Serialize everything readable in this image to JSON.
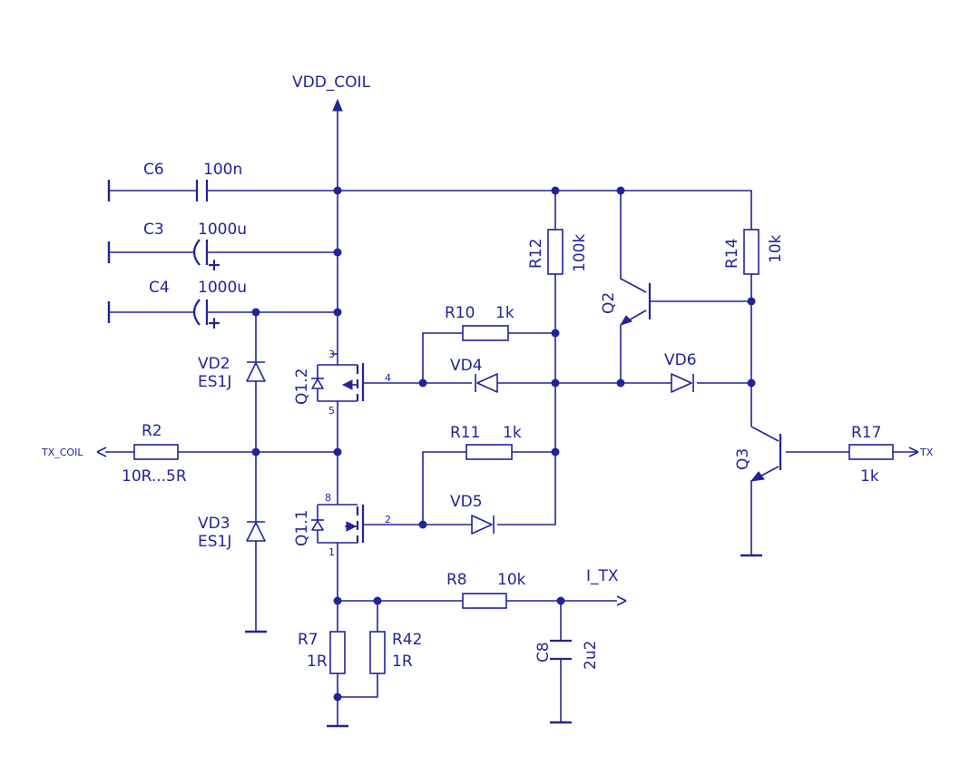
{
  "nets": {
    "supply": "VDD_COIL",
    "coil_out": "TX_COIL",
    "sense_out": "I_TX",
    "tx_in": "TX"
  },
  "components": {
    "C6": {
      "ref": "C6",
      "value": "100n"
    },
    "C3": {
      "ref": "C3",
      "value": "1000u",
      "polarity": "+"
    },
    "C4": {
      "ref": "C4",
      "value": "1000u",
      "polarity": "+"
    },
    "C8": {
      "ref": "C8",
      "value": "2u2"
    },
    "R2": {
      "ref": "R2",
      "value": "10R...5R"
    },
    "R7": {
      "ref": "R7",
      "value": "1R"
    },
    "R42": {
      "ref": "R42",
      "value": "1R"
    },
    "R8": {
      "ref": "R8",
      "value": "10k"
    },
    "R10": {
      "ref": "R10",
      "value": "1k"
    },
    "R11": {
      "ref": "R11",
      "value": "1k"
    },
    "R12": {
      "ref": "R12",
      "value": "100k"
    },
    "R14": {
      "ref": "R14",
      "value": "10k"
    },
    "R17": {
      "ref": "R17",
      "value": "1k"
    },
    "VD2": {
      "ref": "VD2",
      "value": "ES1J"
    },
    "VD3": {
      "ref": "VD3",
      "value": "ES1J"
    },
    "VD4": {
      "ref": "VD4"
    },
    "VD5": {
      "ref": "VD5"
    },
    "VD6": {
      "ref": "VD6"
    },
    "Q2": {
      "ref": "Q2"
    },
    "Q3": {
      "ref": "Q3"
    },
    "Q1_2": {
      "ref": "Q1.2",
      "pin_top": "3",
      "pin_gate": "4",
      "pin_bottom": "5"
    },
    "Q1_1": {
      "ref": "Q1.1",
      "pin_top": "8",
      "pin_gate": "2",
      "pin_bottom": "1"
    }
  },
  "colors": {
    "ink": "#22229a",
    "background": "#ffffff"
  }
}
